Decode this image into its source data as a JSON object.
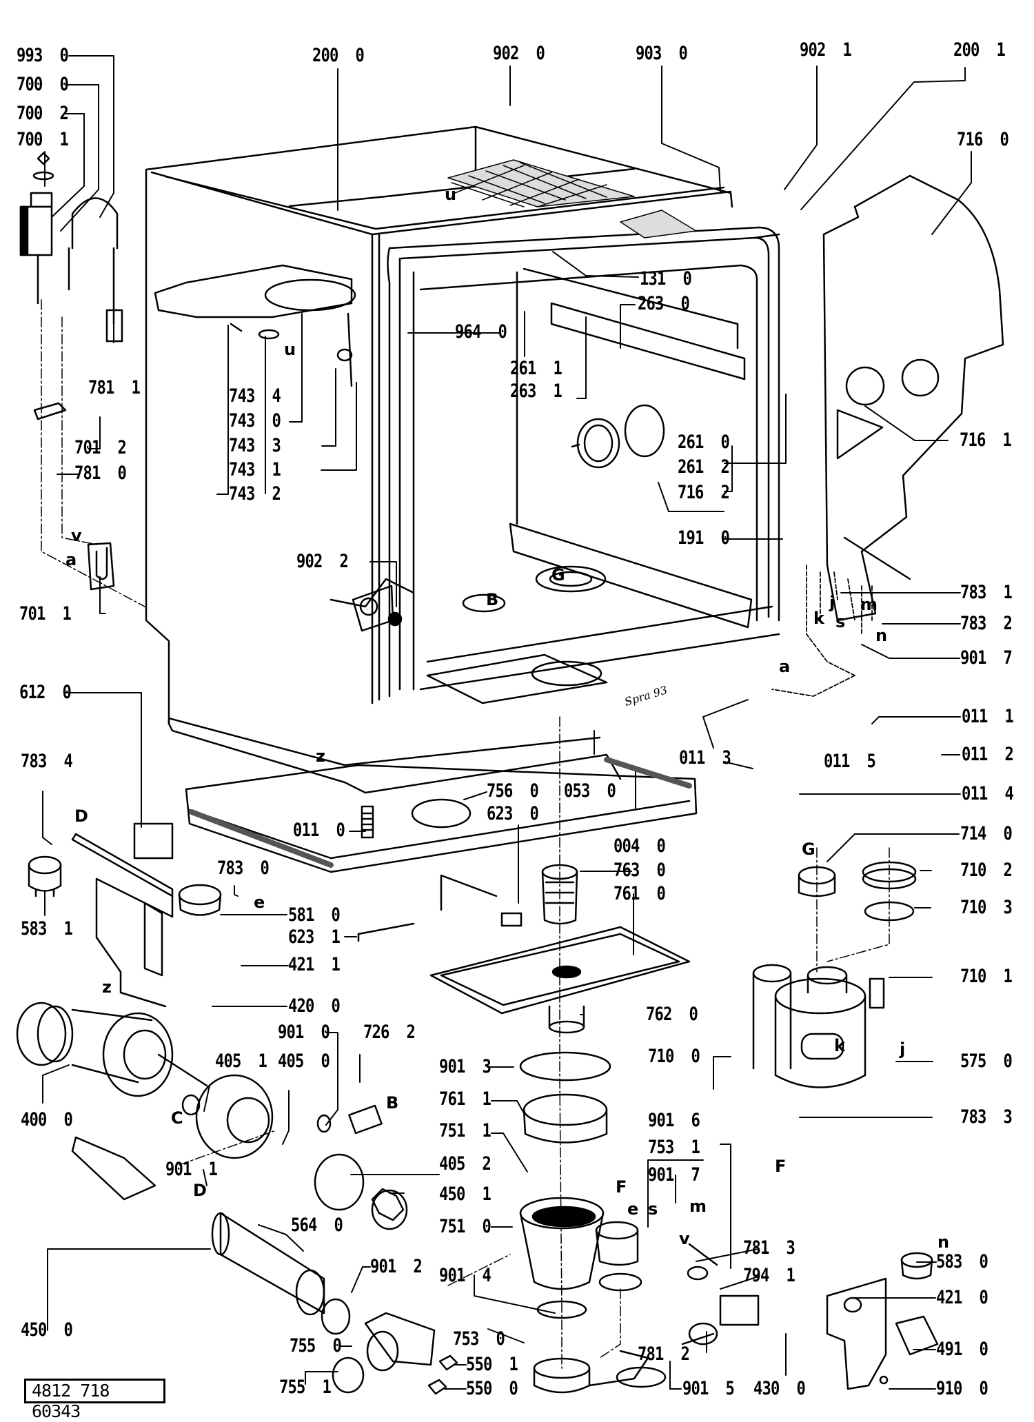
{
  "diagram": {
    "type": "exploded-parts-diagram",
    "subject": "dishwasher",
    "document_number": "4812 718 60343",
    "stamp_text": "Spra 93",
    "part_labels": [
      {
        "id": "993-0",
        "text": "993  0"
      },
      {
        "id": "700-0",
        "text": "700  0"
      },
      {
        "id": "700-2",
        "text": "700  2"
      },
      {
        "id": "700-1",
        "text": "700  1"
      },
      {
        "id": "200-0",
        "text": "200  0"
      },
      {
        "id": "902-0",
        "text": "902  0"
      },
      {
        "id": "903-0",
        "text": "903  0"
      },
      {
        "id": "902-1",
        "text": "902  1"
      },
      {
        "id": "200-1",
        "text": "200  1"
      },
      {
        "id": "716-0",
        "text": "716  0"
      },
      {
        "id": "131-0",
        "text": "131  0"
      },
      {
        "id": "263-0",
        "text": "263  0"
      },
      {
        "id": "964-0",
        "text": "964  0"
      },
      {
        "id": "261-1",
        "text": "261  1"
      },
      {
        "id": "263-1",
        "text": "263  1"
      },
      {
        "id": "781-1",
        "text": "781  1"
      },
      {
        "id": "743-4",
        "text": "743  4"
      },
      {
        "id": "743-0",
        "text": "743  0"
      },
      {
        "id": "743-3",
        "text": "743  3"
      },
      {
        "id": "743-1",
        "text": "743  1"
      },
      {
        "id": "743-2",
        "text": "743  2"
      },
      {
        "id": "701-2",
        "text": "701  2"
      },
      {
        "id": "781-0",
        "text": "781  0"
      },
      {
        "id": "716-1",
        "text": "716  1"
      },
      {
        "id": "261-0",
        "text": "261  0"
      },
      {
        "id": "261-2",
        "text": "261  2"
      },
      {
        "id": "716-2",
        "text": "716  2"
      },
      {
        "id": "191-0",
        "text": "191  0"
      },
      {
        "id": "902-2",
        "text": "902  2"
      },
      {
        "id": "783-1",
        "text": "783  1"
      },
      {
        "id": "783-2",
        "text": "783  2"
      },
      {
        "id": "701-1",
        "text": "701  1"
      },
      {
        "id": "901-7a",
        "text": "901  7"
      },
      {
        "id": "612-0",
        "text": "612  0"
      },
      {
        "id": "011-1",
        "text": "011  1"
      },
      {
        "id": "011-3",
        "text": "011  3"
      },
      {
        "id": "011-5",
        "text": "011  5"
      },
      {
        "id": "011-2",
        "text": "011  2"
      },
      {
        "id": "783-4",
        "text": "783  4"
      },
      {
        "id": "756-0",
        "text": "756  0"
      },
      {
        "id": "053-0",
        "text": "053  0"
      },
      {
        "id": "011-4",
        "text": "011  4"
      },
      {
        "id": "623-0",
        "text": "623  0"
      },
      {
        "id": "011-0",
        "text": "011  0"
      },
      {
        "id": "004-0",
        "text": "004  0"
      },
      {
        "id": "714-0",
        "text": "714  0"
      },
      {
        "id": "783-0",
        "text": "783  0"
      },
      {
        "id": "763-0",
        "text": "763  0"
      },
      {
        "id": "710-2",
        "text": "710  2"
      },
      {
        "id": "761-0",
        "text": "761  0"
      },
      {
        "id": "583-1",
        "text": "583  1"
      },
      {
        "id": "581-0",
        "text": "581  0"
      },
      {
        "id": "710-3",
        "text": "710  3"
      },
      {
        "id": "623-1",
        "text": "623  1"
      },
      {
        "id": "421-1",
        "text": "421  1"
      },
      {
        "id": "710-1",
        "text": "710  1"
      },
      {
        "id": "420-0",
        "text": "420  0"
      },
      {
        "id": "762-0",
        "text": "762  0"
      },
      {
        "id": "901-0",
        "text": "901  0"
      },
      {
        "id": "726-2",
        "text": "726  2"
      },
      {
        "id": "405-1",
        "text": "405  1"
      },
      {
        "id": "405-0",
        "text": "405  0"
      },
      {
        "id": "901-3",
        "text": "901  3"
      },
      {
        "id": "710-0",
        "text": "710  0"
      },
      {
        "id": "575-0",
        "text": "575  0"
      },
      {
        "id": "400-0",
        "text": "400  0"
      },
      {
        "id": "761-1",
        "text": "761  1"
      },
      {
        "id": "783-3",
        "text": "783  3"
      },
      {
        "id": "751-1",
        "text": "751  1"
      },
      {
        "id": "901-6",
        "text": "901  6"
      },
      {
        "id": "753-1",
        "text": "753  1"
      },
      {
        "id": "405-2",
        "text": "405  2"
      },
      {
        "id": "901-1",
        "text": "901  1"
      },
      {
        "id": "901-7b",
        "text": "901  7"
      },
      {
        "id": "450-1",
        "text": "450  1"
      },
      {
        "id": "564-0",
        "text": "564  0"
      },
      {
        "id": "751-0",
        "text": "751  0"
      },
      {
        "id": "781-3",
        "text": "781  3"
      },
      {
        "id": "583-0",
        "text": "583  0"
      },
      {
        "id": "901-2",
        "text": "901  2"
      },
      {
        "id": "794-1",
        "text": "794  1"
      },
      {
        "id": "901-4",
        "text": "901  4"
      },
      {
        "id": "421-0",
        "text": "421  0"
      },
      {
        "id": "450-0",
        "text": "450  0"
      },
      {
        "id": "755-0",
        "text": "755  0"
      },
      {
        "id": "753-0",
        "text": "753  0"
      },
      {
        "id": "491-0",
        "text": "491  0"
      },
      {
        "id": "550-1",
        "text": "550  1"
      },
      {
        "id": "781-2",
        "text": "781  2"
      },
      {
        "id": "755-1",
        "text": "755  1"
      },
      {
        "id": "550-0",
        "text": "550  0"
      },
      {
        "id": "901-5",
        "text": "901  5"
      },
      {
        "id": "430-0",
        "text": "430  0"
      },
      {
        "id": "910-0",
        "text": "910  0"
      }
    ],
    "connection_letters": [
      "u",
      "u",
      "v",
      "a",
      "B",
      "G",
      "z",
      "z",
      "D",
      "D",
      "C",
      "B",
      "G",
      "e",
      "F",
      "F",
      "e",
      "s",
      "m",
      "v",
      "k",
      "j",
      "k",
      "s",
      "m",
      "n",
      "j",
      "a",
      "n"
    ]
  }
}
